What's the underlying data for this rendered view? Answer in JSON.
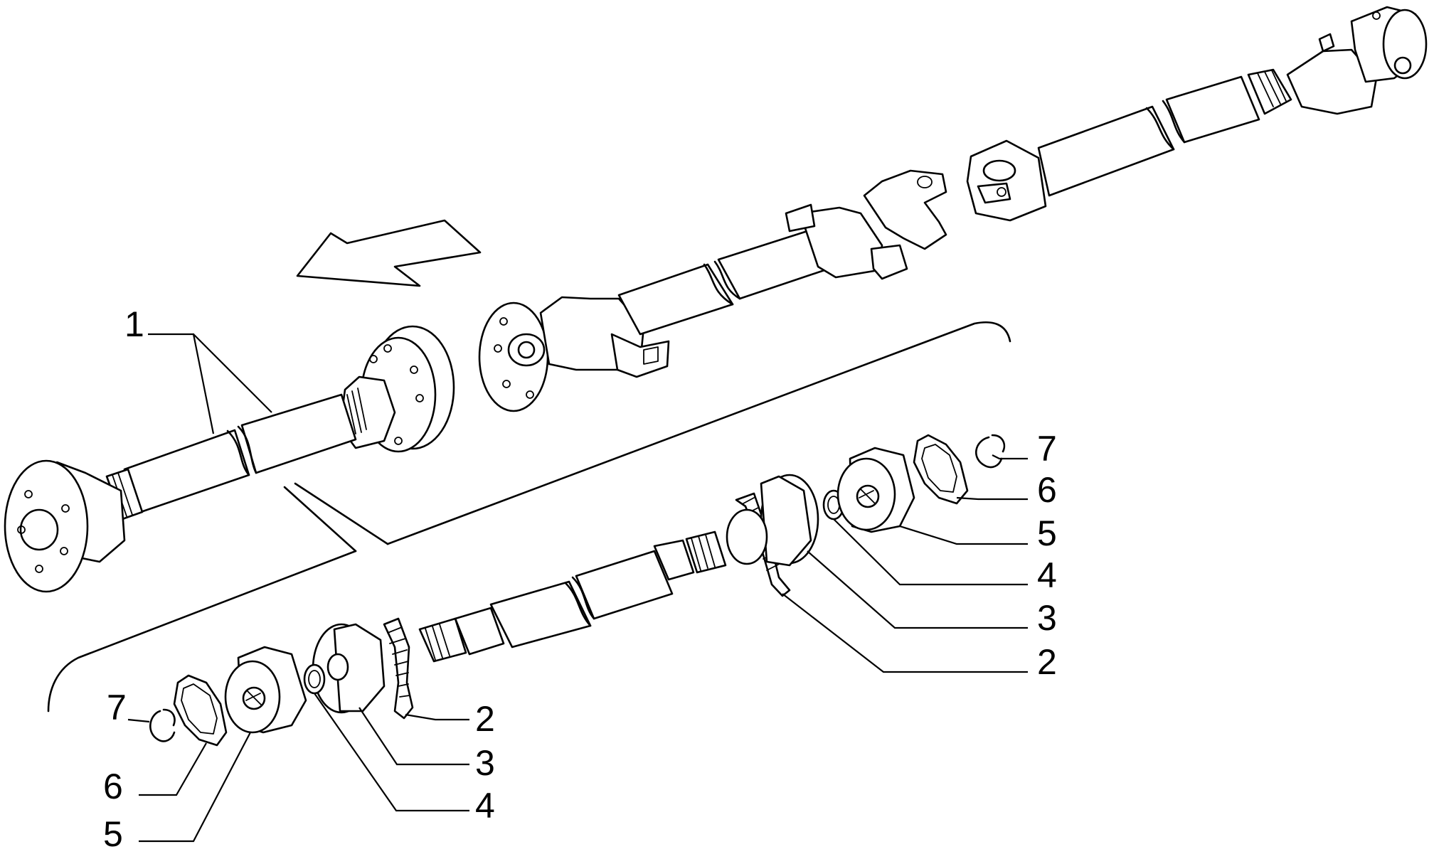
{
  "labels": {
    "shaft_assembly": "1",
    "rh_2": "2",
    "rh_3": "3",
    "rh_4": "4",
    "rh_5": "5",
    "rh_6": "6",
    "rh_7": "7",
    "lh_2": "2",
    "lh_3": "3",
    "lh_4": "4",
    "lh_5": "5",
    "lh_6": "6",
    "lh_7": "7"
  },
  "colors": {
    "ink": "#000000",
    "paper": "#ffffff"
  }
}
